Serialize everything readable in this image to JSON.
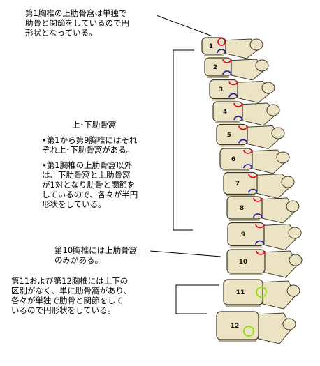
{
  "annotations": {
    "first_vertebra": [
      "第1胸椎の上肋骨窩は単独で",
      "肋骨と関節をしているので円",
      "形状となっている。"
    ],
    "facets_heading": "上･下肋骨窩",
    "facets_point1": [
      "•第1から第9胸椎にはそれ",
      "ぞれ上･下肋骨窩がある。"
    ],
    "facets_point2": [
      "•第1胸椎の上肋骨窩以外",
      "は、下肋骨窩と上肋骨窩",
      "が1対となり肋骨と関節を",
      "しているので、各々が半円",
      "形状をしている。"
    ],
    "tenth": [
      "第10胸椎には上肋骨窩",
      "のみがある。"
    ],
    "eleventh_twelfth": [
      "第11および第12胸椎には上下の",
      "区別がなく、単に肋骨窩があり、",
      "各々が単独で肋骨と関節をして",
      "いるので円形状をしている。"
    ]
  },
  "vertebra_labels": [
    "1",
    "2",
    "3",
    "4",
    "5",
    "6",
    "7",
    "8",
    "9",
    "10",
    "11",
    "12"
  ],
  "colors": {
    "bone_fill": "#ece3c4",
    "bone_stroke": "#3a3528",
    "upper_facet": "#e0001b",
    "lower_facet": "#1a1aa8",
    "single_facet": "#8ee000",
    "leader": "#000000"
  }
}
